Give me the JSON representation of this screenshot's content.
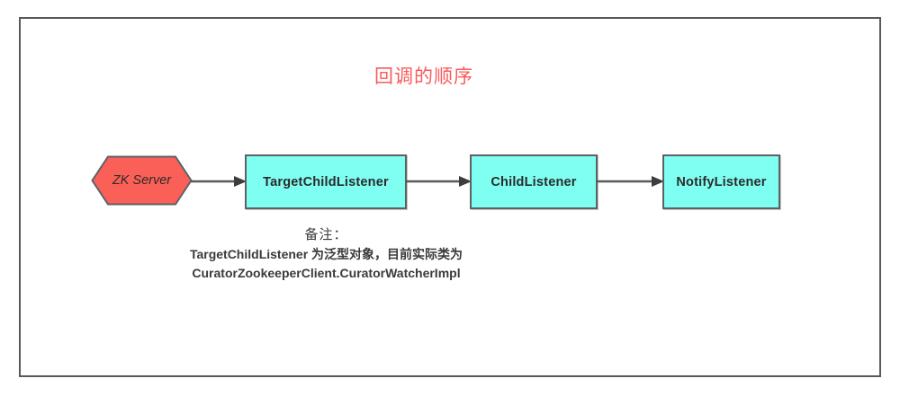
{
  "diagram": {
    "title": "回调的顺序",
    "title_color": "#fb5a5a",
    "frame_border_color": "#595959",
    "nodes": [
      {
        "id": "zk-server",
        "label": "ZK Server",
        "shape": "hexagon",
        "fill": "#fb6058",
        "stroke": "#5d6165",
        "text_style": "italic"
      },
      {
        "id": "target-child-listener",
        "label": "TargetChildListener",
        "shape": "rectangle",
        "fill": "#7ffff2",
        "stroke": "#5d6165",
        "text_style": "bold"
      },
      {
        "id": "child-listener",
        "label": "ChildListener",
        "shape": "rectangle",
        "fill": "#7ffff2",
        "stroke": "#5d6165",
        "text_style": "bold"
      },
      {
        "id": "notify-listener",
        "label": "NotifyListener",
        "shape": "rectangle",
        "fill": "#7ffff2",
        "stroke": "#5d6165",
        "text_style": "bold"
      }
    ],
    "edges": [
      {
        "id": "arrow-1",
        "from": "zk-server",
        "to": "target-child-listener",
        "label": "",
        "style": "solid-filled-arrowhead"
      },
      {
        "id": "arrow-2",
        "from": "target-child-listener",
        "to": "child-listener",
        "label": "",
        "style": "solid-filled-arrowhead"
      },
      {
        "id": "arrow-3",
        "from": "child-listener",
        "to": "notify-listener",
        "label": "",
        "style": "solid-filled-arrowhead"
      }
    ],
    "note": {
      "heading": "备注：",
      "lines": [
        "TargetChildListener 为泛型对象，目前实际类为",
        "CuratorZookeeperClient.CuratorWatcherImpl"
      ]
    }
  }
}
